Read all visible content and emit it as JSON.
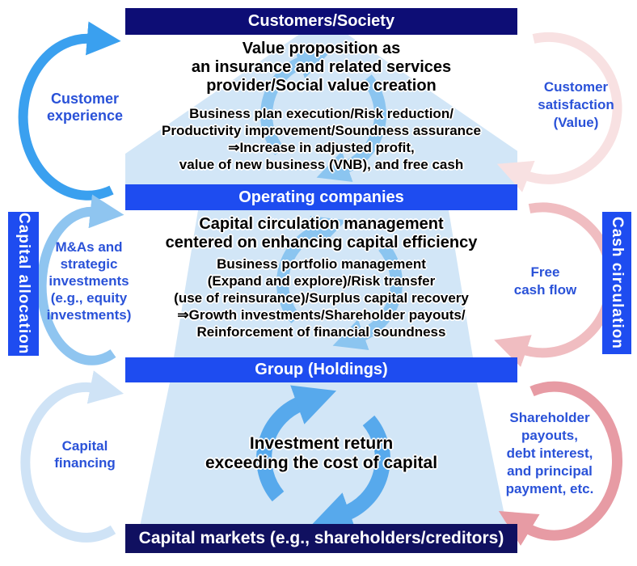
{
  "sections": {
    "customers": {
      "header": "Customers/Society",
      "title": "Value proposition as\nan insurance and related services\nprovider/Social value creation",
      "body": "Business plan execution/Risk reduction/\nProductivity improvement/Soundness assurance\n⇒Increase in adjusted profit,\nvalue of new business (VNB), and free cash"
    },
    "operating": {
      "header": "Operating companies",
      "title": "Capital circulation management\ncentered on enhancing capital efficiency",
      "body": "Business portfolio management\n(Expand and explore)/Risk transfer\n(use of reinsurance)/Surplus capital recovery\n⇒Growth investments/Shareholder payouts/\nReinforcement of financial soundness"
    },
    "group": {
      "header": "Group (Holdings)",
      "title": "Investment return\nexceeding the cost of capital"
    },
    "capital_markets": {
      "header": "Capital markets (e.g., shareholders/creditors)"
    }
  },
  "left_side": {
    "vertical_bar": "Capital allocation",
    "customer_experience": "Customer\nexperience",
    "ma_investments": "M&As and\nstrategic\ninvestments\n(e.g., equity\ninvestments)",
    "capital_financing": "Capital\nfinancing"
  },
  "right_side": {
    "vertical_bar": "Cash circulation",
    "customer_satisfaction": "Customer\nsatisfaction\n(Value)",
    "free_cash_flow": "Free\ncash flow",
    "shareholder_payouts": "Shareholder\npayouts,\ndebt interest,\nand principal\npayment, etc."
  },
  "icons": [
    "circulation-arrows-icon-top",
    "circulation-arrows-icon-middle",
    "circulation-arrows-icon-bottom",
    "customer-experience-arrow-icon",
    "ma-investments-arrow-icon",
    "capital-financing-arrow-icon",
    "customer-satisfaction-arrow-icon",
    "free-cash-flow-arrow-icon",
    "shareholder-payouts-arrow-icon"
  ],
  "colors": {
    "navy": "#0d0d75",
    "navy_dark": "#101060",
    "bright_blue": "#1e4cf0",
    "label_blue": "#2a52d8",
    "funnel_blue": "#d2e6f7",
    "ring_blue": "#8bc5f0",
    "cycle_blue": "#57a9ec",
    "arrow_blue_strong": "#3aa0ef",
    "arrow_blue_mid": "#8fc5f0",
    "arrow_blue_pale": "#cfe3f6",
    "arrow_pink_pale": "#f8e1e2",
    "arrow_pink_mid": "#f0bdc1",
    "arrow_pink_strong": "#e79ba4"
  }
}
